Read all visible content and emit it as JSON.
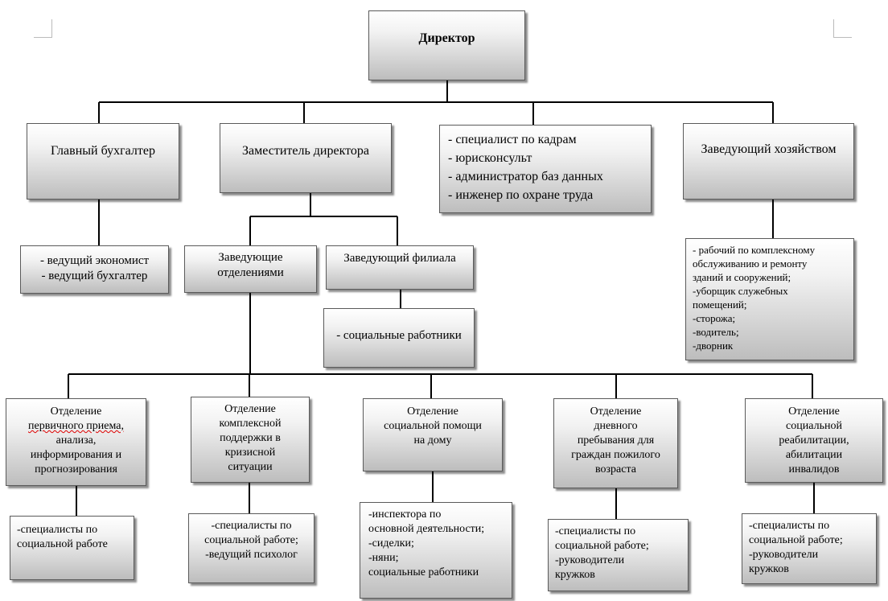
{
  "director": "Директор",
  "top_level": {
    "chief_accountant": "Главный бухгалтер",
    "deputy_director": "Заместитель директора",
    "specialists": [
      "- специалист по кадрам",
      "- юрисконсульт",
      "- администратор баз данных",
      "- инженер по охране труда"
    ],
    "head_of_household": "Заведующий хозяйством"
  },
  "accounting_staff": [
    "- ведущий экономист",
    "- ведущий бухгалтер"
  ],
  "heads_of_departments": "Заведующие отделениями",
  "head_of_branch": "Заведующий филиала",
  "branch_staff": "- социальные работники",
  "household_staff": [
    "- рабочий по комплексному",
    "обслуживанию и ремонту",
    "зданий и сооружений;",
    "-уборщик служебных",
    "помещений;",
    "-сторожа;",
    "-водитель;",
    "-дворник"
  ],
  "departments": [
    {
      "title": [
        "Отделение",
        "первичного приема,",
        "анализа,",
        "информирования и",
        "прогнозирования"
      ],
      "staff": [
        "-специалисты по",
        "социальной работе"
      ]
    },
    {
      "title": [
        "Отделение",
        "комплексной",
        "поддержки в",
        "кризисной",
        "ситуации"
      ],
      "staff": [
        "-специалисты по",
        "социальной работе;",
        "-ведущий психолог"
      ]
    },
    {
      "title": [
        "Отделение",
        "социальной помощи",
        "на дому"
      ],
      "staff": [
        "-инспектора по",
        "основной деятельности;",
        "-сиделки;",
        "-няни;",
        "социальные работники"
      ]
    },
    {
      "title": [
        "Отделение",
        "дневного",
        "пребывания для",
        "граждан пожилого",
        "возраста"
      ],
      "staff": [
        "-специалисты по",
        "социальной работе;",
        "-руководители",
        "кружков"
      ]
    },
    {
      "title": [
        "Отделение",
        "социальной",
        "реабилитации,",
        "абилитации",
        "инвалидов"
      ],
      "staff": [
        "-специалисты по",
        "социальной работе;",
        "-руководители",
        "кружков"
      ]
    }
  ]
}
